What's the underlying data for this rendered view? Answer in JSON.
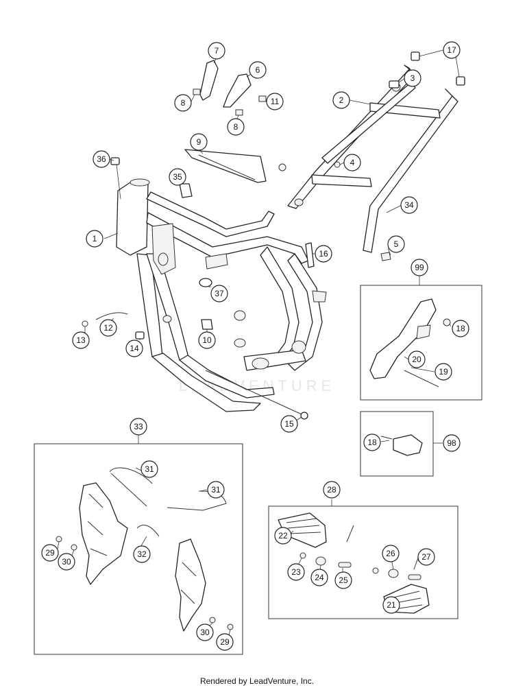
{
  "watermark": "LEADVENTURE",
  "footer": "Rendered by LeadVenture, Inc.",
  "callouts": [
    "1",
    "2",
    "3",
    "4",
    "5",
    "6",
    "7",
    "8",
    "8",
    "9",
    "10",
    "11",
    "12",
    "13",
    "14",
    "15",
    "16",
    "17",
    "18",
    "19",
    "20",
    "99",
    "18",
    "98",
    "33",
    "31",
    "31",
    "32",
    "29",
    "30",
    "30",
    "29",
    "28",
    "22",
    "23",
    "24",
    "25",
    "26",
    "27",
    "21",
    "34",
    "35",
    "36",
    "37"
  ]
}
